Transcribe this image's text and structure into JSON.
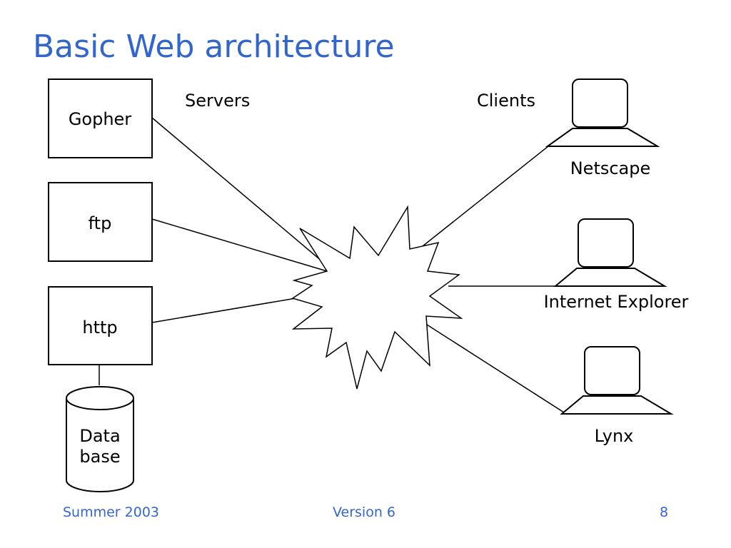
{
  "slide": {
    "title": "Basic Web architecture"
  },
  "diagram": {
    "servers_label": "Servers",
    "clients_label": "Clients",
    "servers": [
      {
        "label": "Gopher"
      },
      {
        "label": "ftp"
      },
      {
        "label": "http"
      }
    ],
    "database": {
      "line1": "Data",
      "line2": "base"
    },
    "clients": [
      {
        "label": "Netscape"
      },
      {
        "label": "Internet Explorer"
      },
      {
        "label": "Lynx"
      }
    ]
  },
  "footer": {
    "left": "Summer 2003",
    "center": "Version 6",
    "right": "8"
  }
}
